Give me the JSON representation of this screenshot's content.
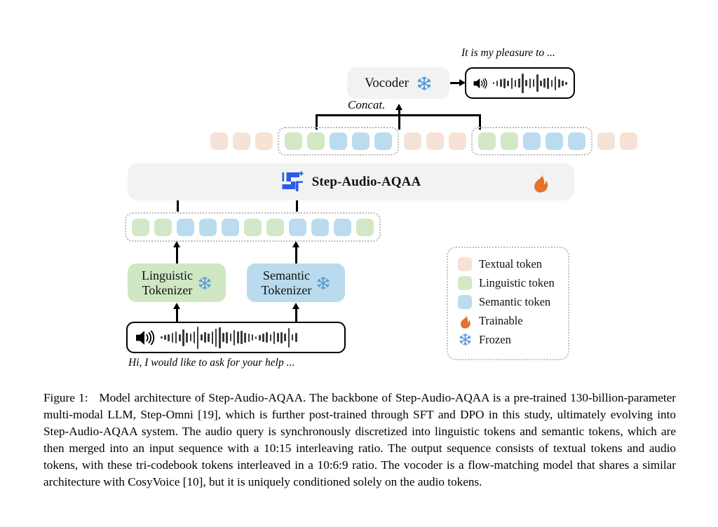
{
  "figure": {
    "output_text": "It is my pleasure to ...",
    "input_text": "Hi, I would like to ask for your help ...",
    "vocoder_label": "Vocoder",
    "concat_label": "Concat.",
    "model_label": "Step-Audio-AQAA",
    "linguistic_tokenizer_line1": "Linguistic",
    "linguistic_tokenizer_line2": "Tokenizer",
    "semantic_tokenizer_line1": "Semantic",
    "semantic_tokenizer_line2": "Tokenizer"
  },
  "legend": {
    "items": [
      {
        "label": "Textual token",
        "kind": "swatch",
        "color": "#f7e2d6",
        "icon": "textual-token-swatch"
      },
      {
        "label": "Linguistic token",
        "kind": "swatch",
        "color": "#d2e8c6",
        "icon": "linguistic-token-swatch"
      },
      {
        "label": "Semantic token",
        "kind": "swatch",
        "color": "#bbdcee",
        "icon": "semantic-token-swatch"
      },
      {
        "label": "Trainable",
        "kind": "icon",
        "color": "#e3722b",
        "icon": "flame-icon"
      },
      {
        "label": "Frozen",
        "kind": "icon",
        "color": "#5b9bd5",
        "icon": "snowflake-icon"
      }
    ]
  },
  "colors": {
    "textual": "#f7e2d6",
    "linguistic": "#d2e8c6",
    "semantic": "#bbdcee",
    "trainable": "#e3722b",
    "frozen": "#5b9bd5",
    "box_grey": "#f2f2f2",
    "logo_blue": "#2c5ce6"
  },
  "sequences": {
    "output_tokens": [
      "textual",
      "textual",
      "textual",
      "group_start",
      "linguistic",
      "linguistic",
      "semantic",
      "semantic",
      "semantic",
      "group_end",
      "textual",
      "textual",
      "textual",
      "group_start",
      "linguistic",
      "linguistic",
      "semantic",
      "semantic",
      "semantic",
      "group_end",
      "textual",
      "textual"
    ],
    "input_tokens": [
      "linguistic",
      "linguistic",
      "semantic",
      "semantic",
      "semantic",
      "linguistic",
      "linguistic",
      "semantic",
      "semantic",
      "semantic",
      "linguistic"
    ]
  },
  "caption": {
    "number": "Figure 1:",
    "text": "Model architecture of Step-Audio-AQAA. The backbone of Step-Audio-AQAA is a pre-trained 130-billion-parameter multi-modal LLM, Step-Omni [19], which is further post-trained through SFT and DPO in this study, ultimately evolving into Step-Audio-AQAA system. The audio query is synchronously discretized into linguistic tokens and semantic tokens, which are then merged into an input sequence with a 10:15 interleaving ratio. The output sequence consists of textual tokens and audio tokens, with these tri-codebook tokens interleaved in a 10:6:9 ratio. The vocoder is a flow-matching model that shares a similar architecture with CosyVoice [10], but it is uniquely conditioned solely on the audio tokens."
  }
}
